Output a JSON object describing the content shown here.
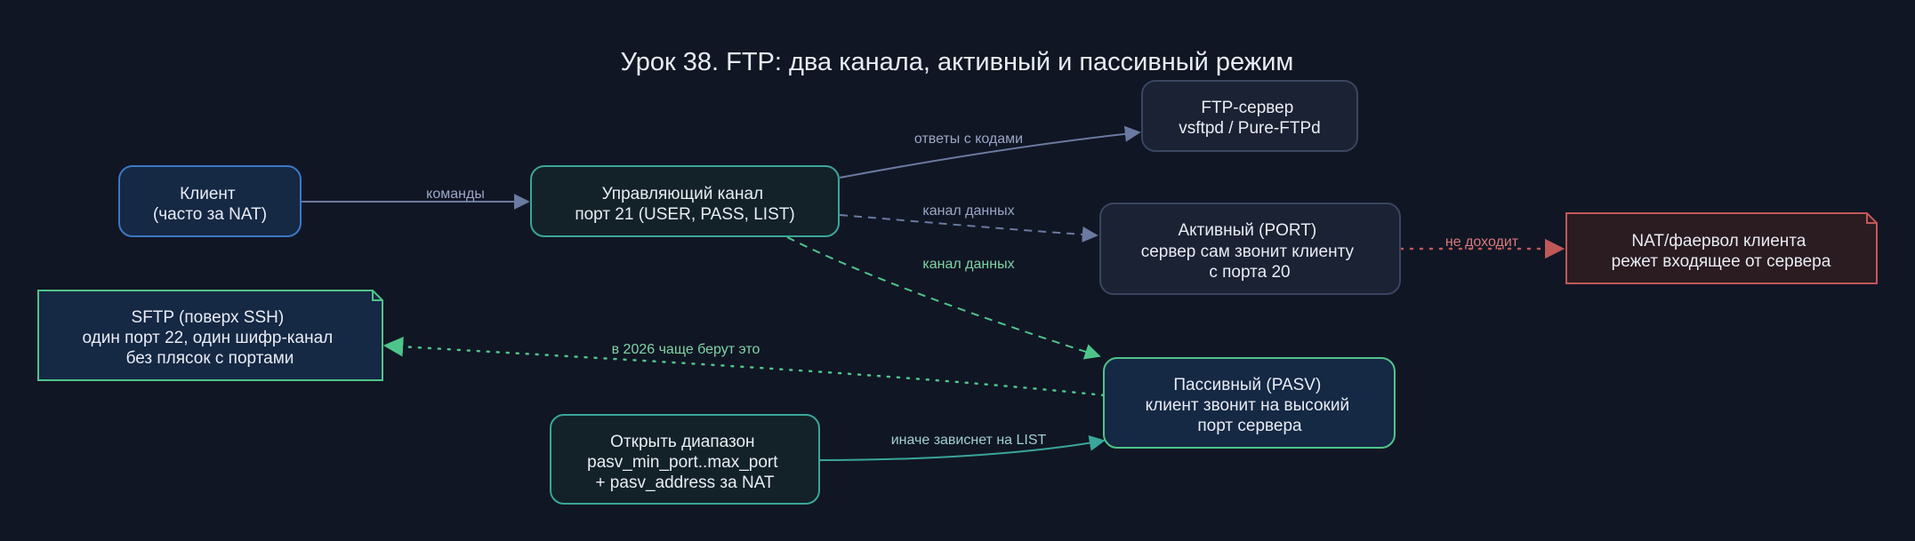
{
  "title": "Урок 38. FTP: два канала, активный и пассивный режим",
  "colors": {
    "background": "#111624",
    "title": "#e8ecf4",
    "blue_border": "#3b78c4",
    "teal_border": "#3aa69a",
    "green_border": "#4fc48a",
    "gray_border": "#3a4560",
    "red_border": "#c05858",
    "edge_gray": "#6a7aa0",
    "edge_green": "#4fc48a",
    "edge_red": "#c05858"
  },
  "nodes": {
    "client": {
      "lines": [
        "Клиент",
        "(часто за NAT)"
      ]
    },
    "control": {
      "lines": [
        "Управляющий канал",
        "порт 21 (USER, PASS, LIST)"
      ]
    },
    "server": {
      "lines": [
        "FTP-сервер",
        "vsftpd / Pure-FTPd"
      ]
    },
    "active": {
      "lines": [
        "Активный (PORT)",
        "сервер сам звонит клиенту",
        "с порта 20"
      ]
    },
    "nat": {
      "lines": [
        "NAT/фаервол клиента",
        "режет входящее от сервера"
      ]
    },
    "sftp": {
      "lines": [
        "SFTP (поверх SSH)",
        "один порт 22, один шифр-канал",
        "без плясок с портами"
      ]
    },
    "passive": {
      "lines": [
        "Пассивный (PASV)",
        "клиент звонит на высокий",
        "порт сервера"
      ]
    },
    "range": {
      "lines": [
        "Открыть диапазон",
        "pasv_min_port..max_port",
        "+ pasv_address за NAT"
      ]
    }
  },
  "edges": {
    "client_control": "команды",
    "control_server": "ответы с кодами",
    "control_active": "канал данных",
    "control_passive": "канал данных",
    "active_nat": "не доходит",
    "passive_sftp": "в 2026 чаще берут это",
    "range_passive": "иначе зависнет на LIST"
  }
}
